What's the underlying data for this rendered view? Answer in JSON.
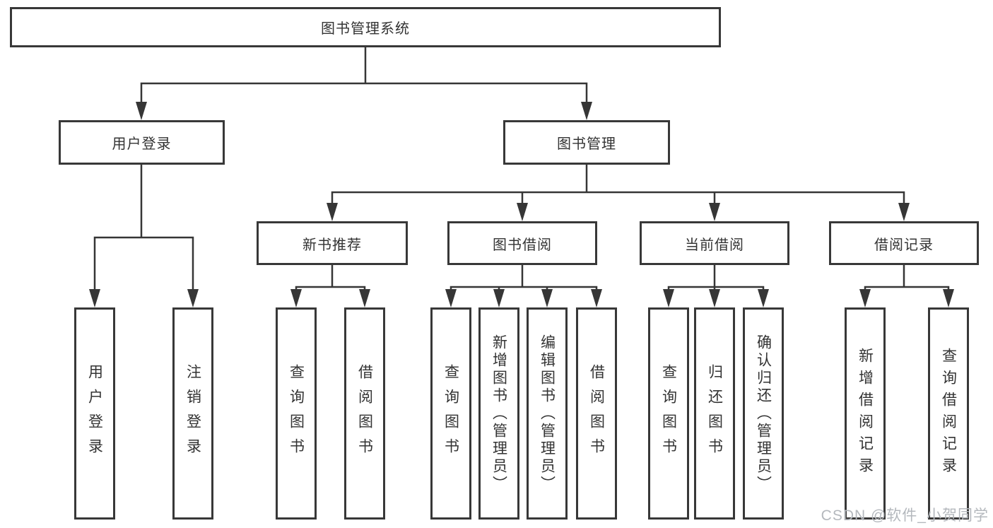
{
  "diagram": {
    "title": "图书管理系统",
    "branches": [
      {
        "label": "用户登录",
        "children": [
          "用户登录",
          "注销登录"
        ]
      },
      {
        "label": "图书管理",
        "groups": [
          {
            "label": "新书推荐",
            "children": [
              "查询图书",
              "借阅图书"
            ]
          },
          {
            "label": "图书借阅",
            "children": [
              "查询图书",
              "新增图书（管理员）",
              "编辑图书（管理员）",
              "借阅图书"
            ]
          },
          {
            "label": "当前借阅",
            "children": [
              "查询图书",
              "归还图书",
              "确认归还（管理员）"
            ]
          },
          {
            "label": "借阅记录",
            "children": [
              "新增借阅记录",
              "查询借阅记录"
            ]
          }
        ]
      }
    ]
  },
  "watermark": "CSDN @软件_小贺同学",
  "colors": {
    "line": "#363636",
    "box_border": "#383838",
    "box_fill": "#ffffff",
    "text": "#333333",
    "watermark": "#b4b8bd",
    "background": "#ffffff"
  }
}
